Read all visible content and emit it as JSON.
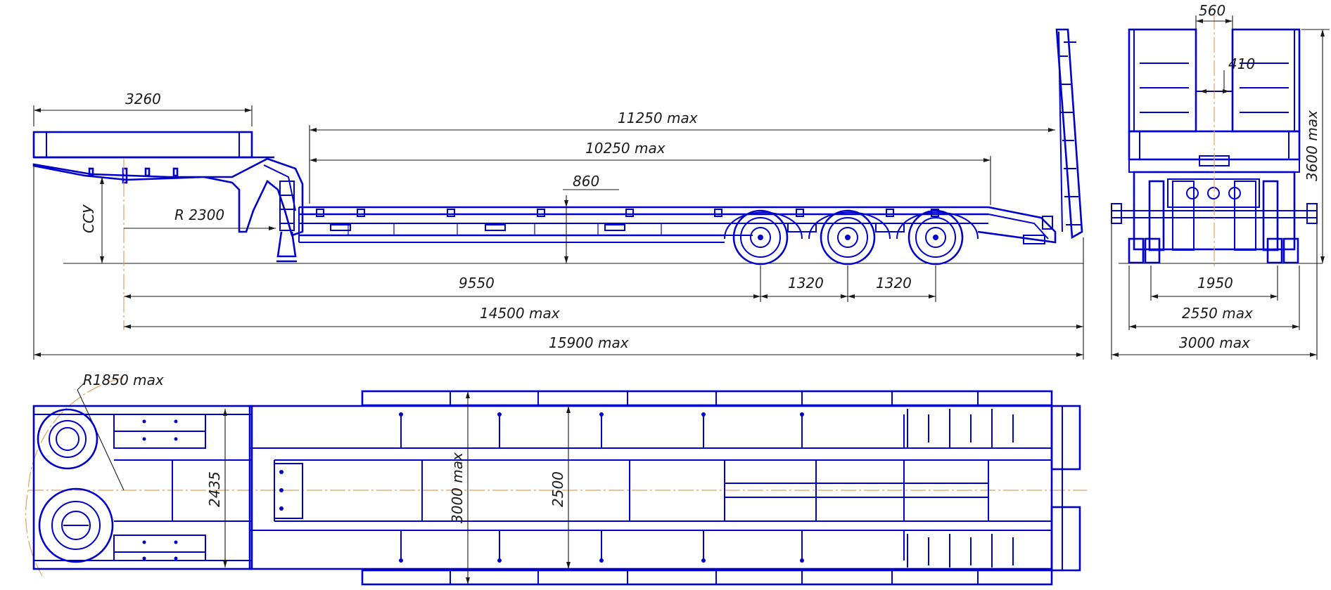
{
  "side_view": {
    "dims": {
      "front_deck": "3260",
      "total_platform": "11250 max",
      "main_platform": "10250 max",
      "deck_height": "860",
      "swing_radius": "R 2300",
      "kingpin_height": "ССУ",
      "kingpin_to_axle": "9550",
      "axle_spacing_1": "1320",
      "axle_spacing_2": "1320",
      "kingpin_to_rear": "14500 max",
      "overall_length": "15900 max"
    }
  },
  "rear_view": {
    "dims": {
      "ramp_gap": "560",
      "ramp_inner": "410",
      "overall_height": "3600 max",
      "track": "1950",
      "deck_width": "2550 max",
      "overall_width": "3000 max"
    }
  },
  "top_view": {
    "dims": {
      "front_radius": "R1850 max",
      "gooseneck_width": "2435",
      "overall_width": "3000 max",
      "deck_width": "2500"
    }
  },
  "colors": {
    "line": "#0000cc",
    "dimension": "#1a1a1a",
    "axis": "#e0a060"
  }
}
